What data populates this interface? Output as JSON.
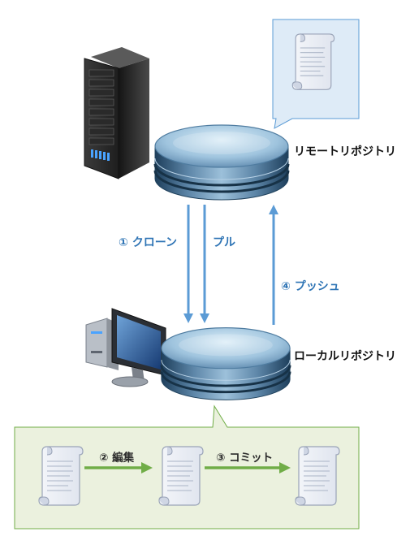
{
  "labels": {
    "remote_repo": "リモートリポジトリ",
    "local_repo": "ローカルリポジトリ",
    "clone": "① クローン",
    "pull": "プル",
    "push": "④ プッシュ",
    "edit": "② 編集",
    "commit": "③ コミット"
  },
  "colors": {
    "arrow_blue": "#5b9bd5",
    "arrow_green": "#70ad47",
    "label_blue": "#2e74b5",
    "callout_blue_fill": "#deebf7",
    "callout_green_fill": "#ebf1de",
    "callout_green_border": "#70ad47"
  },
  "icons": {
    "server": "server-rack-icon",
    "desktop": "desktop-computer-icon",
    "database": "database-cylinder-icon",
    "document": "scroll-document-icon"
  }
}
